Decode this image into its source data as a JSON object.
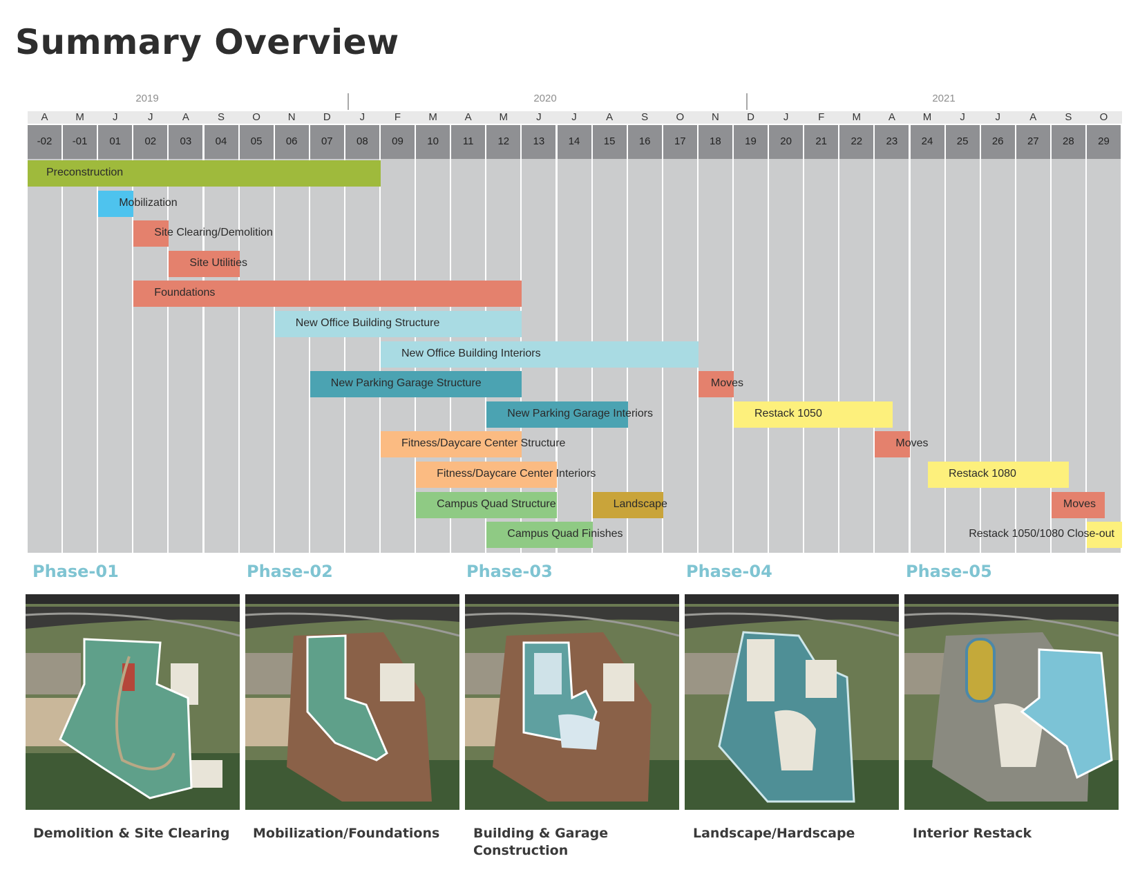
{
  "page_title": "Summary Overview",
  "timeline": {
    "years": [
      "2019",
      "2020",
      "2021"
    ],
    "months": [
      "A",
      "M",
      "J",
      "J",
      "A",
      "S",
      "O",
      "N",
      "D",
      "J",
      "F",
      "M",
      "A",
      "M",
      "J",
      "J",
      "A",
      "S",
      "O",
      "N",
      "D",
      "J",
      "F",
      "M",
      "A",
      "M",
      "J",
      "J",
      "A",
      "S",
      "O"
    ],
    "columns": [
      "-02",
      "-01",
      "01",
      "02",
      "03",
      "04",
      "05",
      "06",
      "07",
      "08",
      "09",
      "10",
      "11",
      "12",
      "13",
      "14",
      "15",
      "16",
      "17",
      "18",
      "19",
      "20",
      "21",
      "22",
      "23",
      "24",
      "25",
      "26",
      "27",
      "28",
      "29"
    ]
  },
  "tasks": [
    {
      "label": "Preconstruction",
      "start": 0,
      "end": 10,
      "color": "#9fba3c"
    },
    {
      "label": "Mobilization",
      "start": 2,
      "end": 3,
      "color": "#4ec3ee"
    },
    {
      "label": "Site Clearing/Demolition",
      "start": 3,
      "end": 4,
      "color": "#e4816d"
    },
    {
      "label": "Site Utilities",
      "start": 4,
      "end": 6,
      "color": "#e4816d"
    },
    {
      "label": "Foundations",
      "start": 3,
      "end": 14,
      "color": "#e4816d"
    },
    {
      "label": "New Office Building Structure",
      "start": 7,
      "end": 14,
      "color": "#a9dbe3"
    },
    {
      "label": "New Office Building Interiors",
      "start": 10,
      "end": 19,
      "color": "#a9dbe3"
    },
    {
      "label": "New Parking Garage Structure",
      "start": 8,
      "end": 14,
      "color": "#4ba3b2"
    },
    {
      "label": "New Parking Garage Interiors",
      "start": 13,
      "end": 17,
      "color": "#4ba3b2"
    },
    {
      "label": "Fitness/Daycare Center Structure",
      "start": 10,
      "end": 14,
      "color": "#fbbb82"
    },
    {
      "label": "Fitness/Daycare Center Interiors",
      "start": 11,
      "end": 15,
      "color": "#fbbb82"
    },
    {
      "label": "Campus Quad Structure",
      "start": 11,
      "end": 15,
      "color": "#8fca84"
    },
    {
      "label": "Campus Quad Finishes",
      "start": 13,
      "end": 16,
      "color": "#8fca84"
    },
    {
      "label": "Landscape",
      "start": 16,
      "end": 18,
      "color": "#c9a43a"
    },
    {
      "label": "Moves",
      "start": 19,
      "end": 20,
      "color": "#e4816d"
    },
    {
      "label": "Restack 1050",
      "start": 20,
      "end": 24.5,
      "color": "#fdf07c"
    },
    {
      "label": "Moves",
      "start": 24,
      "end": 25,
      "color": "#e4816d"
    },
    {
      "label": "Restack 1080",
      "start": 25.5,
      "end": 29.5,
      "color": "#fdf07c"
    },
    {
      "label": "Moves",
      "start": 29,
      "end": 30.5,
      "color": "#e4816d"
    },
    {
      "label": "Restack 1050/1080 Close-out",
      "start": 30,
      "end": 31,
      "color": "#fdf07c"
    }
  ],
  "phases": [
    {
      "title": "Phase-01",
      "caption": "Demolition & Site Clearing"
    },
    {
      "title": "Phase-02",
      "caption": "Mobilization/Foundations"
    },
    {
      "title": "Phase-03",
      "caption": "Building & Garage Construction"
    },
    {
      "title": "Phase-04",
      "caption": "Landscape/Hardscape"
    },
    {
      "title": "Phase-05",
      "caption": "Interior Restack"
    }
  ]
}
